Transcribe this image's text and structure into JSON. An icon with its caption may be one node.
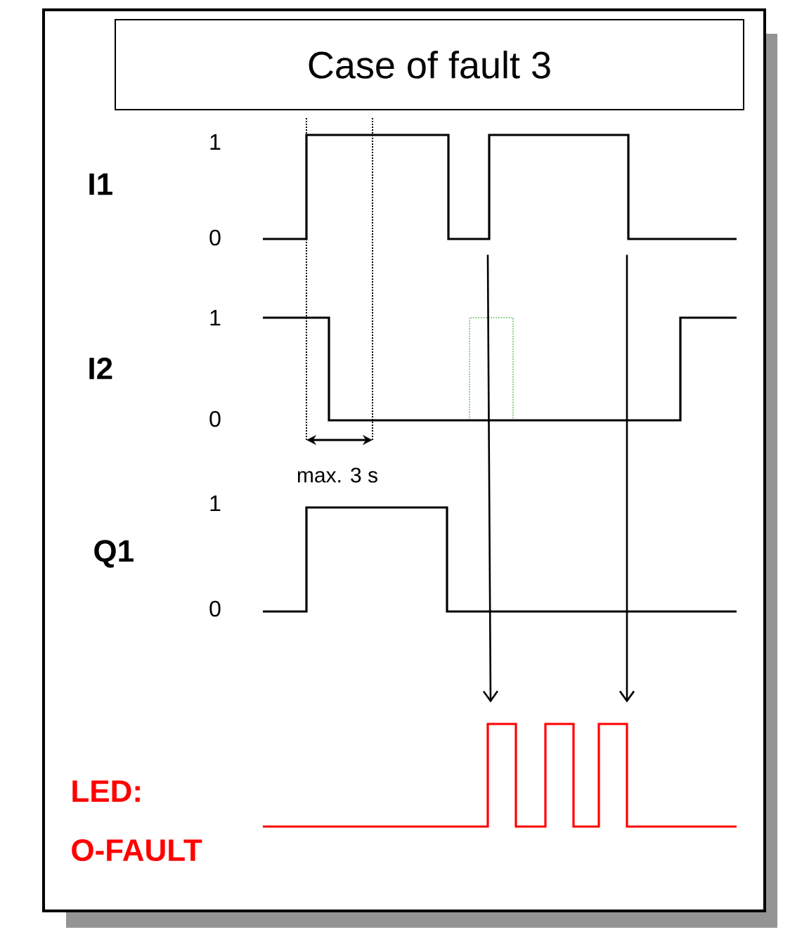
{
  "diagram": {
    "nodes": [
      {
        "text": [
          "Case of fault 3"
        ]
      },
      {
        "text": [],
        "shape": "picture"
      },
      {
        "text": [],
        "shape": "picture"
      }
    ],
    "edges": [
      {
        "from": 1,
        "to": 2,
        "arrow": "to"
      },
      {
        "from": 1,
        "to": 2,
        "arrow": "to"
      }
    ],
    "labels": [
      "1",
      "I1",
      "0",
      "1",
      "I2",
      "0",
      "max. 3 s",
      "1",
      "Q1",
      "0",
      "LED: O-FAULT"
    ]
  }
}
